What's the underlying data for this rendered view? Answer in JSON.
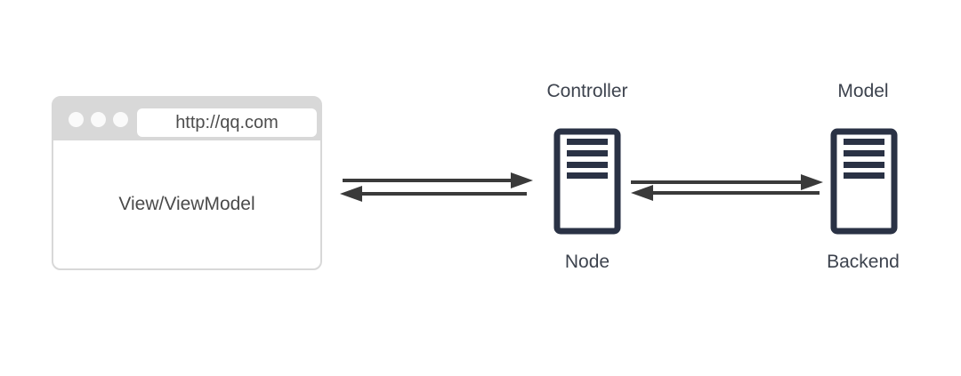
{
  "diagram": {
    "browser": {
      "url": "http://qq.com",
      "content_label": "View/ViewModel"
    },
    "node_server": {
      "top_label": "Controller",
      "bottom_label": "Node"
    },
    "backend_server": {
      "top_label": "Model",
      "bottom_label": "Backend"
    },
    "arrows": {
      "browser_node": "bidirectional",
      "node_backend": "bidirectional"
    },
    "colors": {
      "background": "#ffffff",
      "browser_chrome": "#d8d8d8",
      "server_stroke": "#2a3245",
      "arrow": "#3a3a3a",
      "label_text": "#3d434e"
    }
  }
}
